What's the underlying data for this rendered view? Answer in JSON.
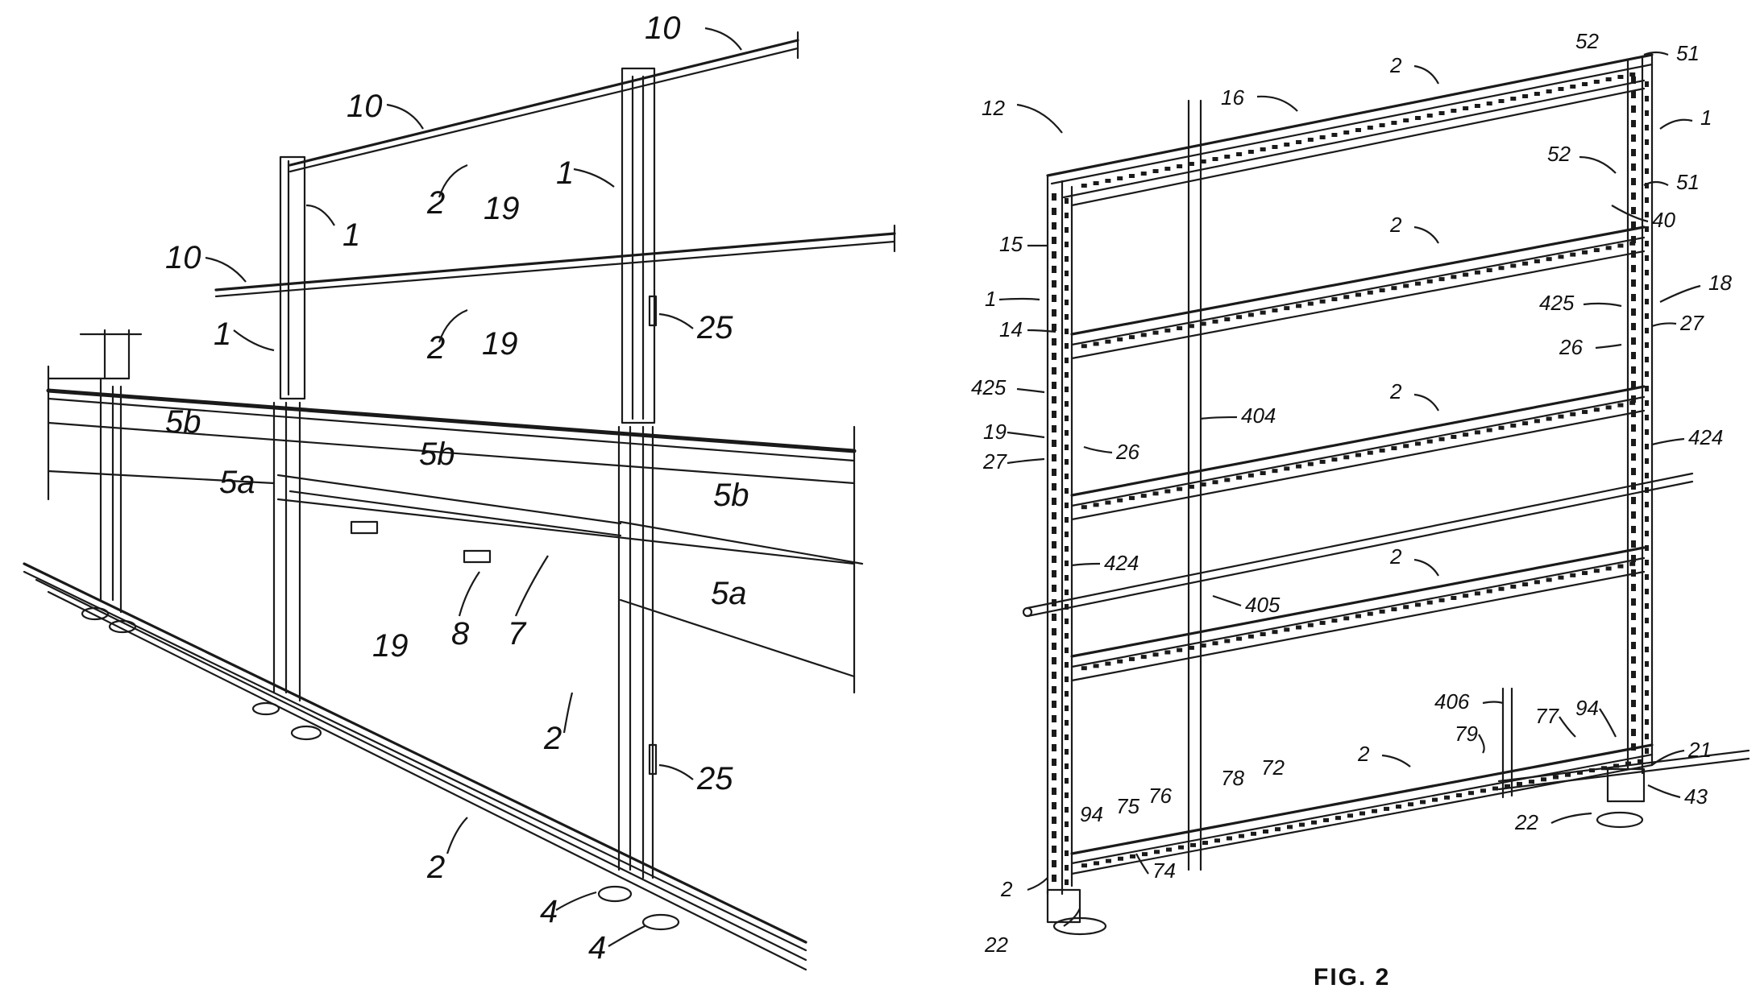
{
  "figure_left": {
    "labels": {
      "rail_top": "10",
      "rail_left_upper": "10",
      "rail_left_mid": "10",
      "post_center": "1",
      "post_left_upper": "1",
      "post_left_lower": "1",
      "beam_upper": "2",
      "beam_upper2": "2",
      "beam_lower_a": "2",
      "beam_lower_b": "2",
      "panel_upper": "19",
      "panel_mid": "19",
      "panel_lower": "19",
      "fastener_upper": "25",
      "fastener_lower": "25",
      "wall_5b_left": "5b",
      "wall_5b_center": "5b",
      "wall_5b_right": "5b",
      "wall_5a_left": "5a",
      "wall_5a_right": "5a",
      "slot_8": "8",
      "slot_7": "7",
      "foot_a": "4",
      "foot_b": "4"
    }
  },
  "figure_right": {
    "caption": "FIG. 2",
    "labels": {
      "frame": "12",
      "top_beam": "16",
      "beam_top_arrow": "2",
      "beam_2": "2",
      "beam_3": "2",
      "beam_4": "2",
      "beam_5": "2",
      "beam_bottom_left": "2",
      "post_right": "1",
      "post_left": "1",
      "l52_top": "52",
      "l51_top": "51",
      "l52_mid": "52",
      "l51_mid": "51",
      "l40": "40",
      "l15": "15",
      "l14": "14",
      "l18": "18",
      "l425_right": "425",
      "l27_right": "27",
      "l26_right": "26",
      "l425_left": "425",
      "l19": "19",
      "l26_left": "26",
      "l27_left": "27",
      "l404": "404",
      "l424_right": "424",
      "l424_left": "424",
      "l405": "405",
      "l406": "406",
      "l77": "77",
      "l94_right": "94",
      "l79": "79",
      "l21": "21",
      "l43": "43",
      "l72": "72",
      "l78": "78",
      "l76": "76",
      "l75": "75",
      "l94_left": "94",
      "l74": "74",
      "l22_right": "22",
      "l22_left": "22"
    }
  }
}
